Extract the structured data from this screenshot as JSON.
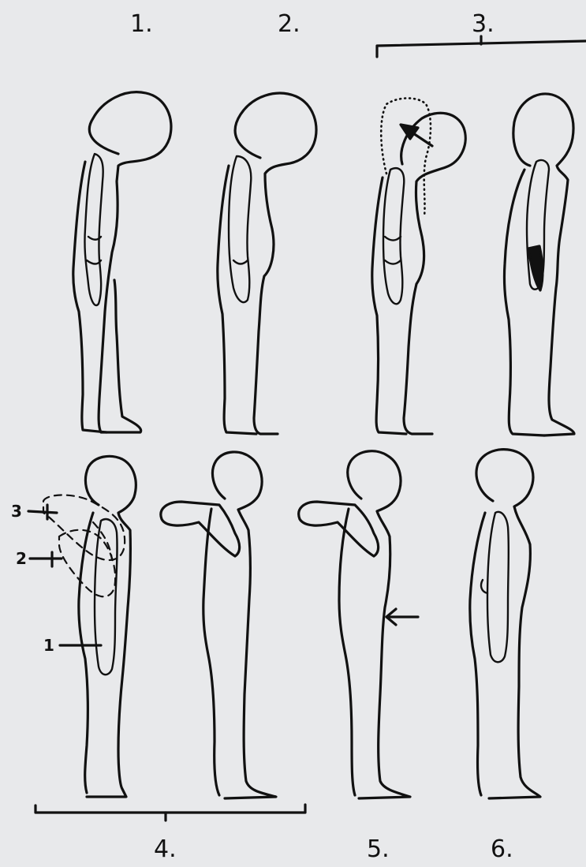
{
  "steps": {
    "s1": "1.",
    "s2": "2.",
    "s3": "3.",
    "s4": "4.",
    "s5": "5.",
    "s6": "6."
  },
  "annotations": {
    "a1": "1",
    "a2": "2",
    "a3": "3"
  },
  "colors": {
    "background": "#e8e9eb",
    "ink": "#111111"
  }
}
